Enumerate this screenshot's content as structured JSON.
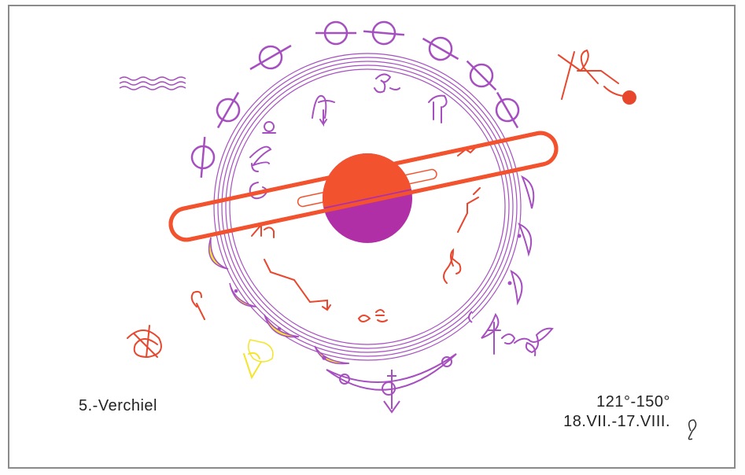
{
  "plate": {
    "name": "5.-Verchiel",
    "degrees": "121°-150°",
    "dates": "18.VII.-17.VIII."
  },
  "colors": {
    "violet": "#a64fc0",
    "red": "#f2522e",
    "magenta": "#b12fa6",
    "yellow": "#f5e52a",
    "orange_red": "#e8472e",
    "frame": "#8a8a8a"
  },
  "icons": [
    "leo-sign-icon",
    "planet-ring-icon",
    "crescent-moon-icon",
    "sigil-icon"
  ]
}
